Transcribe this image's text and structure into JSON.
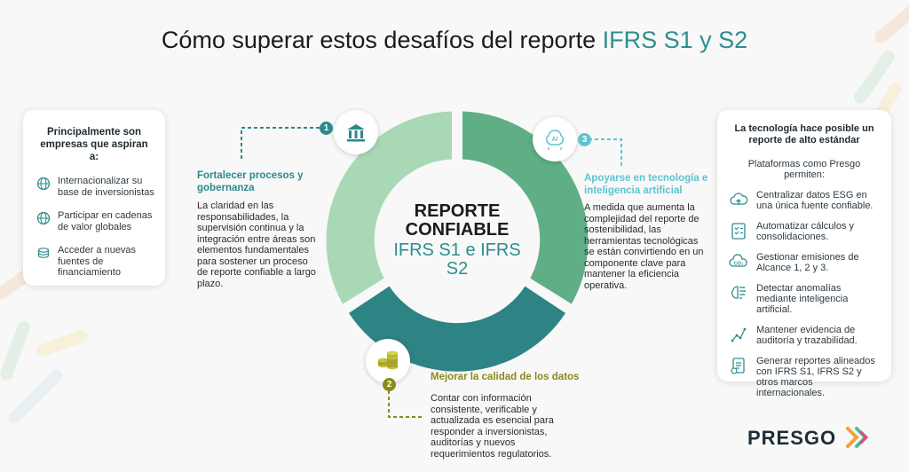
{
  "title": {
    "main": "Cómo superar estos desafíos del reporte ",
    "accent": "IFRS S1 y S2"
  },
  "left_card": {
    "heading": "Principalmente son empresas que aspiran a:",
    "items": [
      {
        "icon": "globe-icon",
        "label": "Internacionalizar su base de inversionistas"
      },
      {
        "icon": "globe-icon",
        "label": "Participar en cadenas de valor globales"
      },
      {
        "icon": "coins-icon",
        "label": "Acceder a nuevas fuentes de financiamiento"
      }
    ]
  },
  "center": {
    "line1": "REPORTE CONFIABLE",
    "line2": "IFRS S1 e IFRS S2"
  },
  "sections": [
    {
      "number": "1",
      "icon": "bank-icon",
      "title": "Fortalecer procesos y gobernanza",
      "body": "La claridad en las responsabilidades, la supervisión continua y la integración entre áreas son elementos fundamentales para sostener un proceso de reporte confiable a largo plazo."
    },
    {
      "number": "2",
      "icon": "coin-stack-icon",
      "title": "Mejorar la calidad de los datos",
      "body": "Contar con información consistente, verificable y actualizada es esencial para responder a inversionistas, auditorías y nuevos requerimientos regulatorios."
    },
    {
      "number": "3",
      "icon": "ai-brain-icon",
      "title": "Apoyarse en tecnología e inteligencia artificial",
      "body": "A medida que aumenta la complejidad del reporte de sostenibilidad, las herramientas tecnológicas se están convirtiendo en un componente clave para mantener la eficiencia operativa."
    }
  ],
  "right_card": {
    "heading": "La tecnología hace posible un reporte de alto estándar",
    "subheading": "Plataformas como Presgo permiten:",
    "items": [
      {
        "icon": "cloud-upload-icon",
        "label": "Centralizar datos ESG en una única fuente confiable."
      },
      {
        "icon": "checklist-icon",
        "label": "Automatizar cálculos y consolidaciones."
      },
      {
        "icon": "co2-cloud-icon",
        "label": "Gestionar emisiones de Alcance 1, 2 y 3."
      },
      {
        "icon": "brain-circuit-icon",
        "label": "Detectar anomalías mediante inteligencia artificial."
      },
      {
        "icon": "trend-icon",
        "label": "Mantener evidencia de auditoría y trazabilidad."
      },
      {
        "icon": "report-icon",
        "label": "Generar reportes alineados con IFRS S1, IFRS S2 y otros marcos internacionales."
      }
    ]
  },
  "logo": {
    "text": "PRESGO"
  },
  "colors": {
    "accent": "#2f8d8f",
    "seg1": "#a8d8b6",
    "seg2": "#2e8384",
    "seg3": "#5fae86",
    "olive": "#8a8a1a",
    "teal_title": "#2b8a8c",
    "light_blue": "#5ec3d1"
  }
}
